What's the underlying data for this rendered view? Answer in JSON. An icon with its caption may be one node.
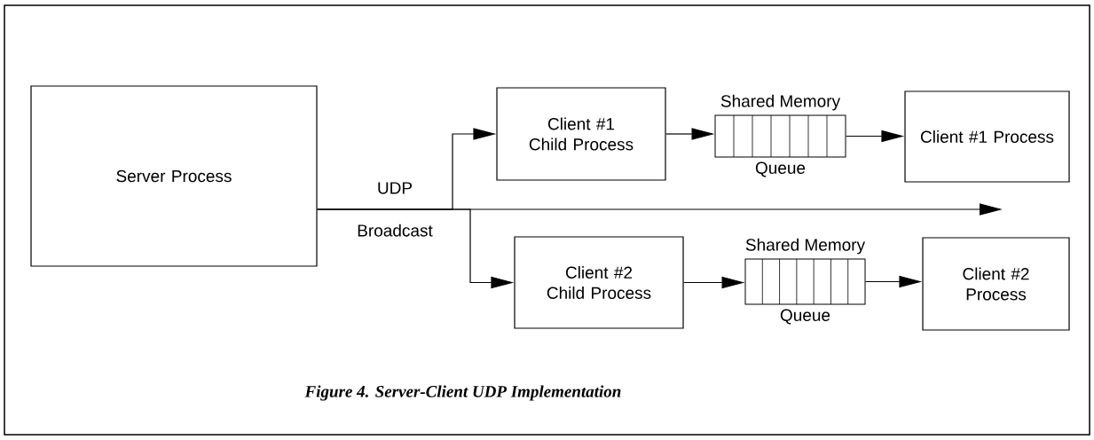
{
  "diagram": {
    "caption": "Figure 4. Server-Client UDP Implementation",
    "nodes": [
      {
        "text": [
          "Server Process"
        ]
      },
      {
        "text": [
          "Client #1 Child Process"
        ]
      },
      {
        "text": [
          "Shared Memory",
          "Queue"
        ]
      },
      {
        "text": [
          "Client #1 Process"
        ]
      },
      {
        "text": [
          "Client #2 Child Process"
        ]
      },
      {
        "text": [
          "Shared Memory",
          "Queue"
        ]
      },
      {
        "text": [
          "Client #2 Process"
        ]
      }
    ],
    "edges": [
      {
        "from": 0,
        "to": 1,
        "arrow": "to"
      },
      {
        "from": 0,
        "to": 4,
        "arrow": "to"
      },
      {
        "from": 0,
        "to": null,
        "arrow": "to",
        "label": "UDP Broadcast"
      },
      {
        "from": 1,
        "to": 2,
        "arrow": "to"
      },
      {
        "from": 2,
        "to": 3,
        "arrow": "to"
      },
      {
        "from": 4,
        "to": 5,
        "arrow": "to"
      },
      {
        "from": 5,
        "to": 6,
        "arrow": "to"
      }
    ]
  }
}
